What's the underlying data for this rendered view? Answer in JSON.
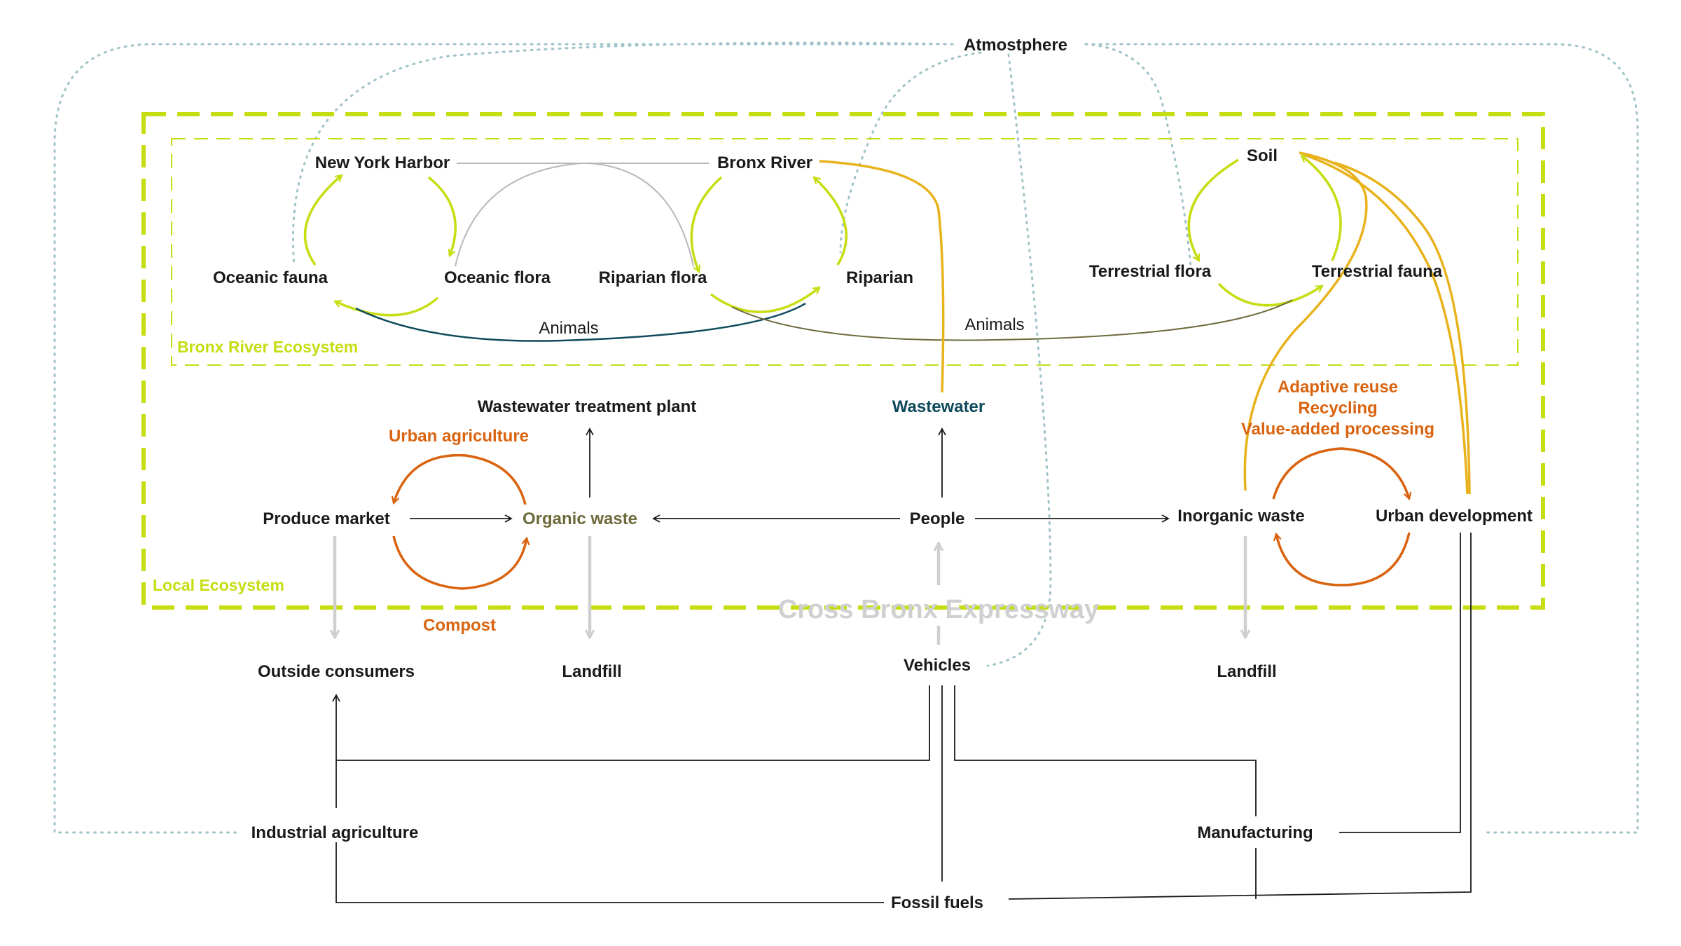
{
  "colors": {
    "lime": "#c6dd12",
    "gold": "#e8b21c",
    "orange": "#d9630f",
    "teal_dotted": "#9fc3c8",
    "dark_teal": "#0e4a5c",
    "olive": "#6d6a3b",
    "grey_line": "#b8b8b8",
    "light_grey_arrow": "#cfcfcf",
    "black_line": "#1a1a1a"
  },
  "regions": {
    "local": "Local Ecosystem",
    "bronx": "Bronx River Ecosystem"
  },
  "nodes": {
    "atmosphere": "Atmostphere",
    "new_york_harbor": "New York Harbor",
    "bronx_river": "Bronx River",
    "soil": "Soil",
    "oceanic_fauna": "Oceanic fauna",
    "oceanic_flora": "Oceanic flora",
    "riparian_flora": "Riparian flora",
    "riparian": "Riparian",
    "terrestrial_flora": "Terrestrial flora",
    "terrestrial_fauna": "Terrestrial fauna",
    "wastewater_treatment_plant": "Wastewater treatment plant",
    "wastewater": "Wastewater",
    "produce_market": "Produce market",
    "organic_waste": "Organic waste",
    "people": "People",
    "inorganic_waste": "Inorganic waste",
    "urban_development": "Urban development",
    "outside_consumers": "Outside consumers",
    "landfill_left": "Landfill",
    "vehicles": "Vehicles",
    "landfill_right": "Landfill",
    "industrial_agriculture": "Industrial agriculture",
    "manufacturing": "Manufacturing",
    "fossil_fuels": "Fossil fuels"
  },
  "edge_labels": {
    "animals_left": "Animals",
    "animals_right": "Animals",
    "urban_agriculture": "Urban agriculture",
    "compost": "Compost",
    "adaptive_reuse": "Adaptive reuse",
    "recycling": "Recycling",
    "value_added": "Value-added processing",
    "highway": "Cross Bronx Expressway"
  }
}
